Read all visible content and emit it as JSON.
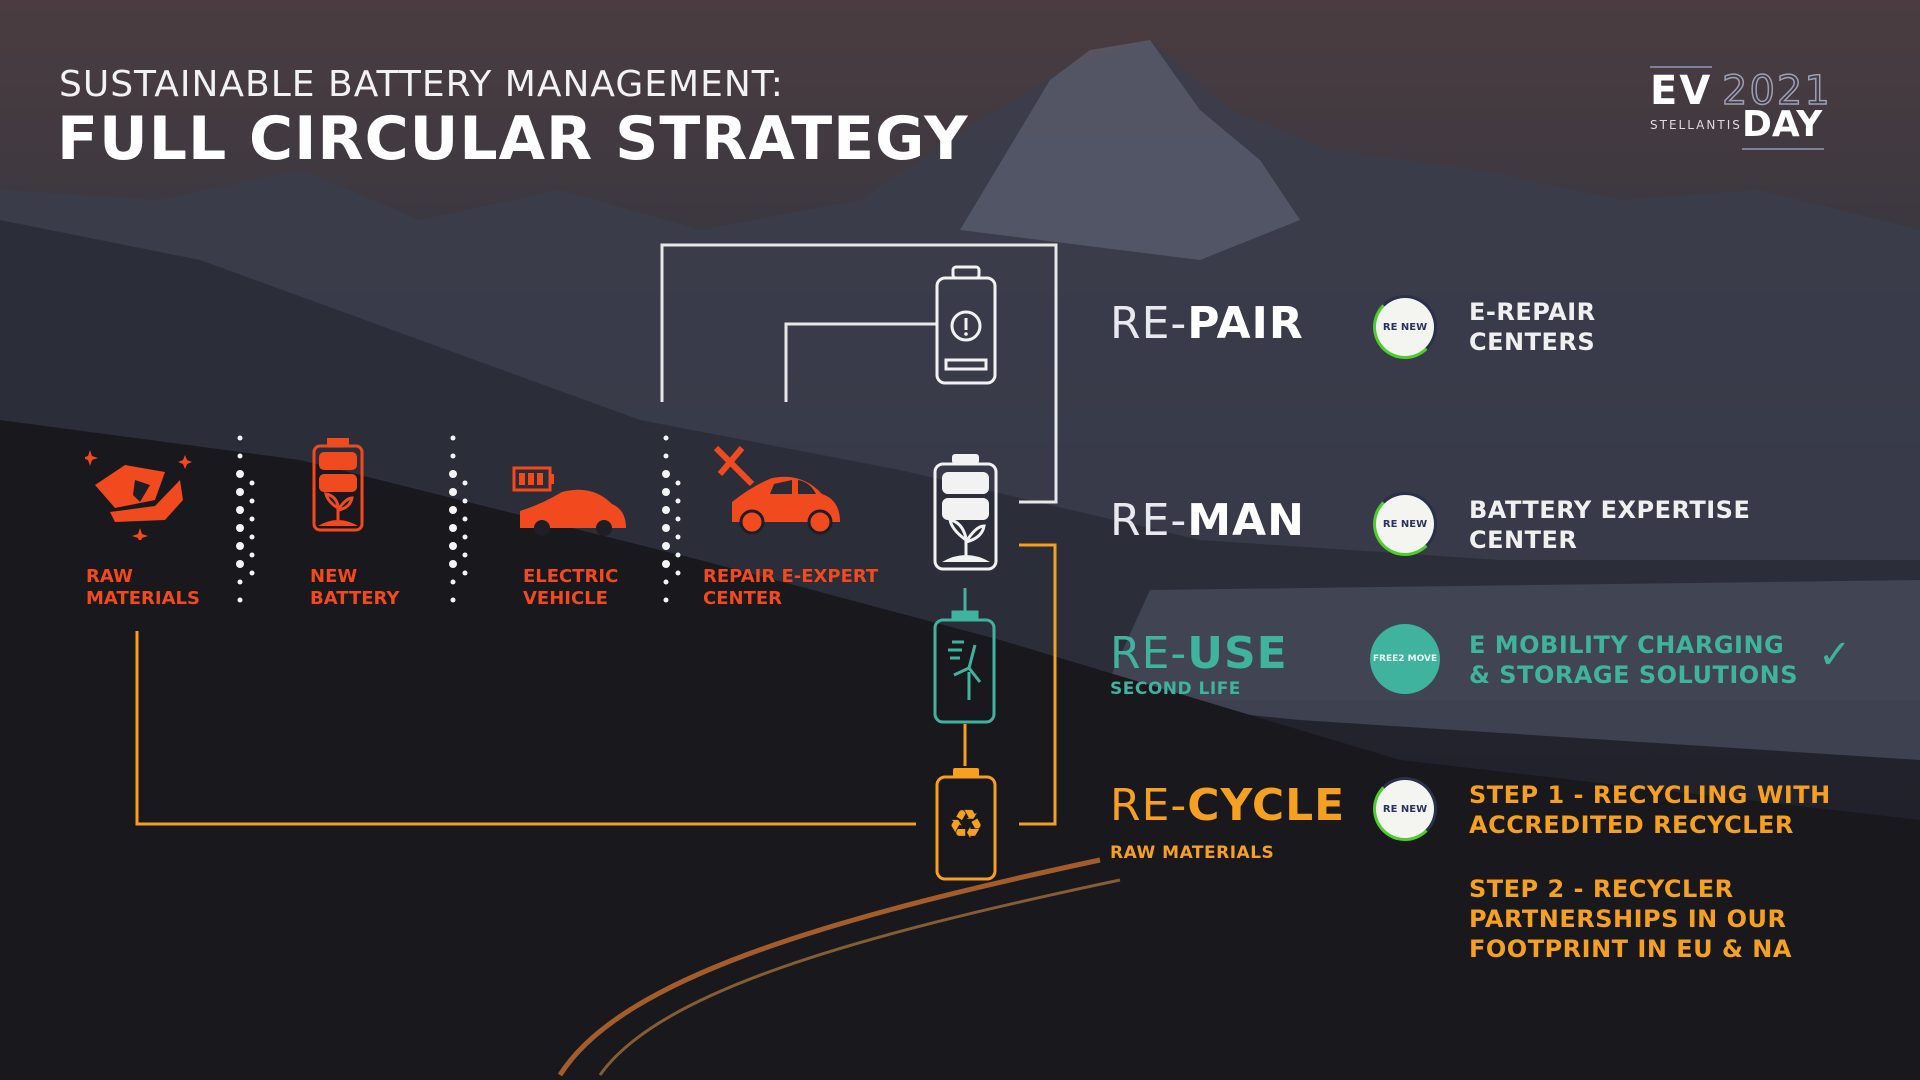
{
  "header": {
    "subtitle": "SUSTAINABLE BATTERY MANAGEMENT:",
    "title": "FULL CIRCULAR STRATEGY"
  },
  "event_logo": {
    "ev": "EV",
    "year": "2021",
    "brand": "STELLANTIS",
    "day": "DAY"
  },
  "lifecycle": [
    {
      "label_line1": "RAW",
      "label_line2": "MATERIALS",
      "icon": "raw-materials-icon"
    },
    {
      "label_line1": "NEW",
      "label_line2": "BATTERY",
      "icon": "new-battery-icon"
    },
    {
      "label_line1": "ELECTRIC",
      "label_line2": "VEHICLE",
      "icon": "electric-vehicle-icon"
    },
    {
      "label_line1": "REPAIR E-EXPERT",
      "label_line2": "CENTER",
      "icon": "repair-car-icon"
    }
  ],
  "strategies": [
    {
      "prefix": "RE-",
      "name": "PAIR",
      "sub": "",
      "logo": "RE NEW",
      "desc": [
        "E-REPAIR",
        "CENTERS"
      ]
    },
    {
      "prefix": "RE-",
      "name": "MAN",
      "sub": "",
      "logo": "RE NEW",
      "desc": [
        "BATTERY EXPERTISE",
        "CENTER"
      ]
    },
    {
      "prefix": "RE-",
      "name": "USE",
      "sub": "SECOND LIFE",
      "logo": "FREE2 MOVE",
      "desc": [
        "E MOBILITY CHARGING",
        "& STORAGE SOLUTIONS"
      ]
    },
    {
      "prefix": "RE-",
      "name": "CYCLE",
      "sub": "RAW MATERIALS",
      "logo": "RE NEW",
      "desc": [
        "STEP 1 - RECYCLING WITH",
        "ACCREDITED RECYCLER"
      ],
      "desc2": [
        "STEP 2 - RECYCLER",
        "PARTNERSHIPS IN OUR",
        "FOOTPRINT IN EU & NA"
      ]
    }
  ],
  "colors": {
    "orange_red": "#f04a1e",
    "orange": "#f5a020",
    "teal": "#3fb39d",
    "white": "#f2f2f2"
  }
}
